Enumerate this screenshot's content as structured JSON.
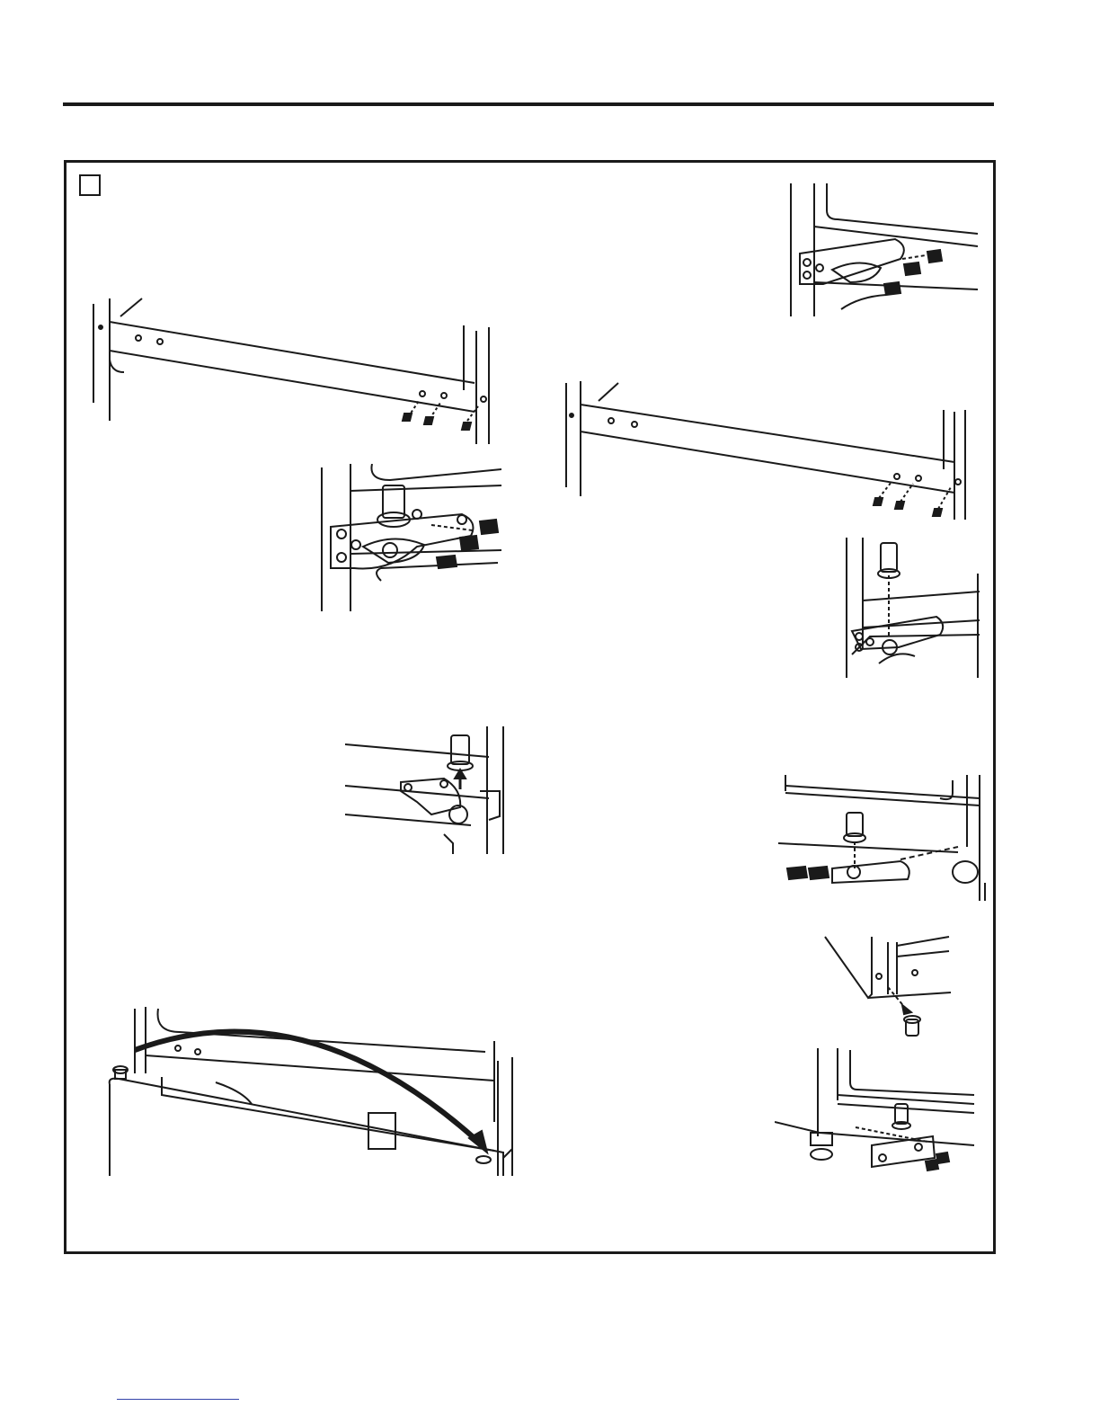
{
  "page": {
    "figures": [
      {
        "id": "fig-upper-hinge-screws-small",
        "icon": "hinge-screws-illustration"
      },
      {
        "id": "fig-top-panel-left",
        "icon": "top-panel-screws-illustration"
      },
      {
        "id": "fig-top-panel-right",
        "icon": "top-panel-screws-illustration"
      },
      {
        "id": "fig-center-hinge-large",
        "icon": "hinge-pin-illustration"
      },
      {
        "id": "fig-hinge-pin-right",
        "icon": "hinge-pin-illustration"
      },
      {
        "id": "fig-hinge-pin-up",
        "icon": "hinge-pin-illustration"
      },
      {
        "id": "fig-bottom-hinge-screws",
        "icon": "bottom-hinge-illustration"
      },
      {
        "id": "fig-plug-removal",
        "icon": "plug-illustration"
      },
      {
        "id": "fig-door-swap",
        "icon": "door-arc-illustration"
      },
      {
        "id": "fig-leveling-hinge",
        "icon": "leveling-leg-illustration"
      }
    ],
    "colors": {
      "line": "#1a1a1a",
      "link": "#3344aa",
      "background": "#ffffff"
    }
  }
}
